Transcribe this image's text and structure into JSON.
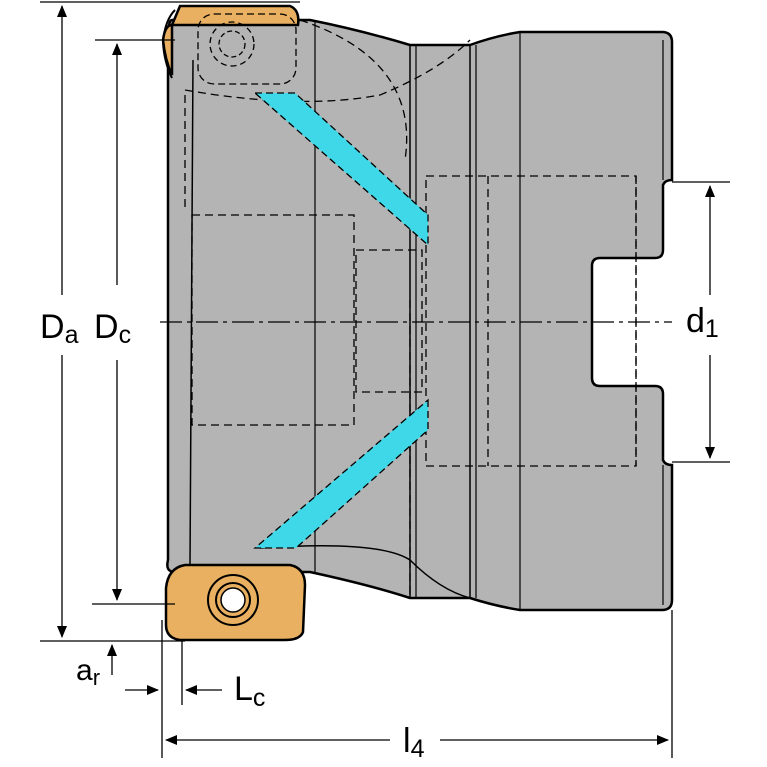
{
  "labels": {
    "Da_main": "D",
    "Da_sub": "a",
    "Dc_main": "D",
    "Dc_sub": "c",
    "d1_main": "d",
    "d1_sub": "1",
    "ar_main": "a",
    "ar_sub": "r",
    "Lc_main": "L",
    "Lc_sub": "c",
    "l4_main": "l",
    "l4_sub": "4"
  },
  "colors": {
    "body": "#b4b4b4",
    "insert": "#e8b060",
    "coolant": "#3fd8e8",
    "outline": "#000000"
  },
  "icons": {
    "dimension_arrow": "arrow",
    "insert_screw": "screw-icon"
  }
}
